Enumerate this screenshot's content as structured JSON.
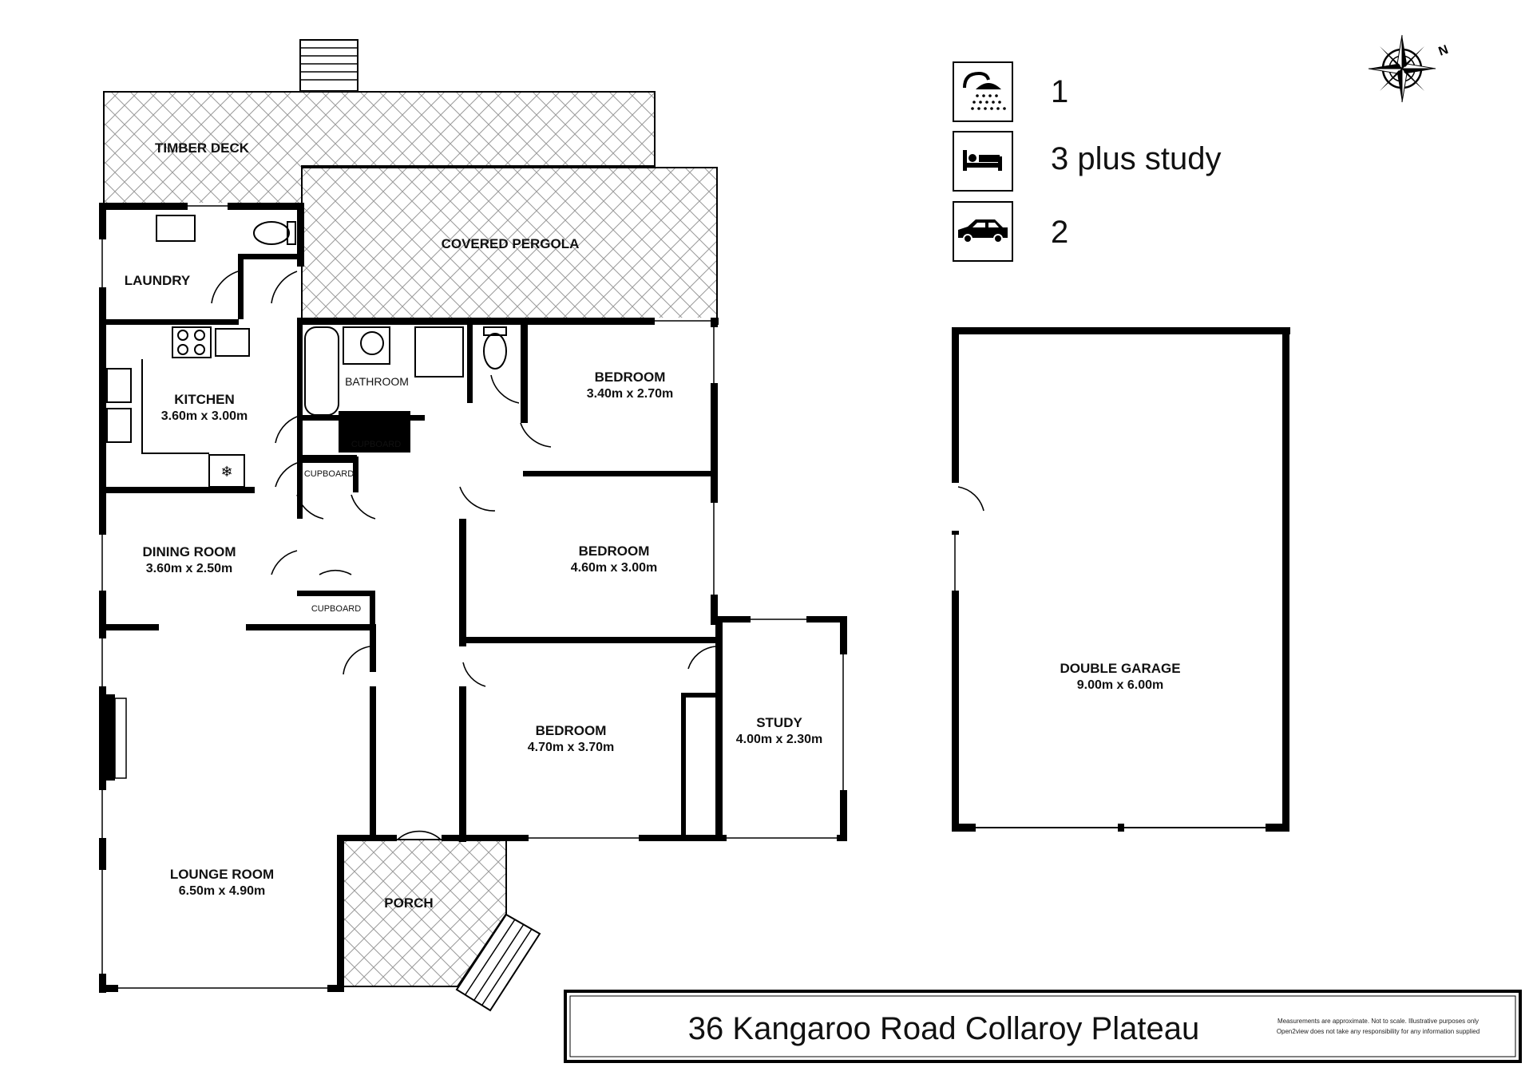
{
  "legend": {
    "bathrooms": "1",
    "bedrooms": "3  plus study",
    "parking": "2",
    "icons": [
      "shower-icon",
      "bed-icon",
      "car-icon"
    ]
  },
  "rooms": {
    "timber_deck": "TIMBER DECK",
    "covered_pergola": "COVERED PERGOLA",
    "laundry": "LAUNDRY",
    "kitchen": {
      "name": "KITCHEN",
      "size": "3.60m x 3.00m"
    },
    "bathroom": "BATHROOM",
    "cupboard_1": "CUPBOARD",
    "cupboard_2": "CUPBOARD",
    "cupboard_3": "CUPBOARD",
    "bedroom_1": {
      "name": "BEDROOM",
      "size": "3.40m x 2.70m"
    },
    "bedroom_2": {
      "name": "BEDROOM",
      "size": "4.60m x 3.00m"
    },
    "bedroom_3": {
      "name": "BEDROOM",
      "size": "4.70m x 3.70m"
    },
    "dining": {
      "name": "DINING ROOM",
      "size": "3.60m x 2.50m"
    },
    "study": {
      "name": "STUDY",
      "size": "4.00m x 2.30m"
    },
    "lounge": {
      "name": "LOUNGE ROOM",
      "size": "6.50m x 4.90m"
    },
    "porch": "PORCH",
    "garage": {
      "name": "DOUBLE GARAGE",
      "size": "9.00m x 6.00m"
    }
  },
  "address": "36 Kangaroo Road Collaroy Plateau",
  "disclaimer": {
    "line1": "Measurements are approximate. Not to scale. Illustrative purposes only",
    "line2": "Open2view does not take any responsibility for any information supplied"
  },
  "compass_label": "N"
}
